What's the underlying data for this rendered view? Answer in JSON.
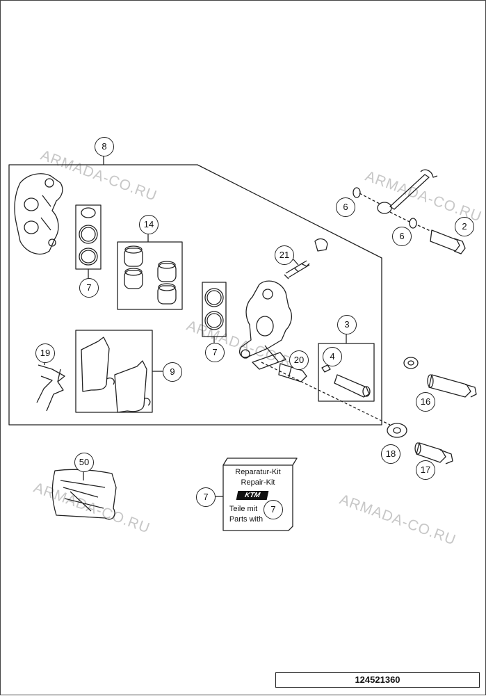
{
  "watermarks": [
    "ARMADA-CO.RU",
    "ARMADA-CO.RU",
    "ARMADA-CO.RU",
    "ARMADA-CO.RU",
    "ARMADA-CO.RU"
  ],
  "callouts": [
    "8",
    "6",
    "2",
    "6",
    "14",
    "21",
    "7",
    "7",
    "3",
    "4",
    "20",
    "19",
    "9",
    "16",
    "18",
    "17",
    "50",
    "7",
    "7"
  ],
  "repair_kit": {
    "line1": "Reparatur-Kit",
    "line2": "Repair-Kit",
    "line3": "Teile mit",
    "line4": "Parts with",
    "logo": "KTM"
  },
  "drawing_number": "124521360"
}
